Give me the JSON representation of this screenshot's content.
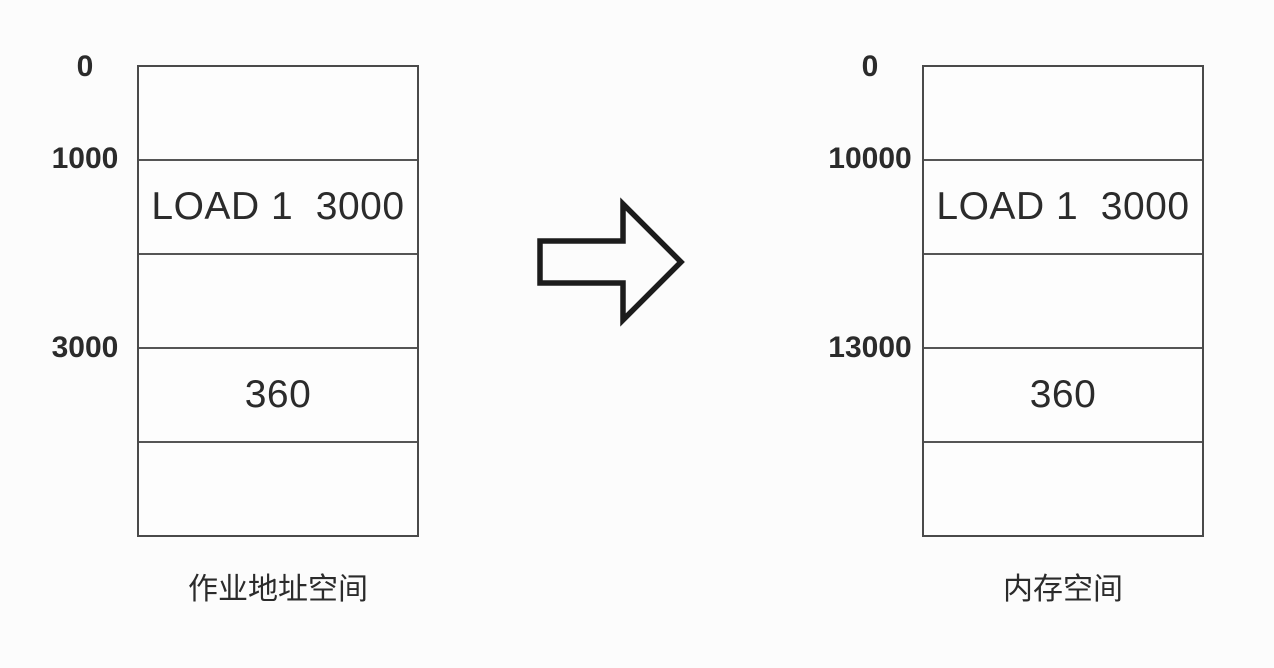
{
  "colors": {
    "background": "#fcfcfc",
    "line": "#4a4a4a",
    "text": "#2b2b2b"
  },
  "left_diagram": {
    "caption": "作业地址空间",
    "address_labels": [
      {
        "text": "0"
      },
      {
        "text": "1000"
      },
      {
        "text": "3000"
      }
    ],
    "segments": [
      "",
      "LOAD 1  3000",
      "",
      "360",
      ""
    ]
  },
  "right_diagram": {
    "caption": "内存空间",
    "address_labels": [
      {
        "text": "0"
      },
      {
        "text": "10000"
      },
      {
        "text": "13000"
      }
    ],
    "segments": [
      "",
      "LOAD 1  3000",
      "",
      "360",
      ""
    ]
  },
  "arrow": {
    "name": "right-arrow",
    "direction": "right"
  }
}
